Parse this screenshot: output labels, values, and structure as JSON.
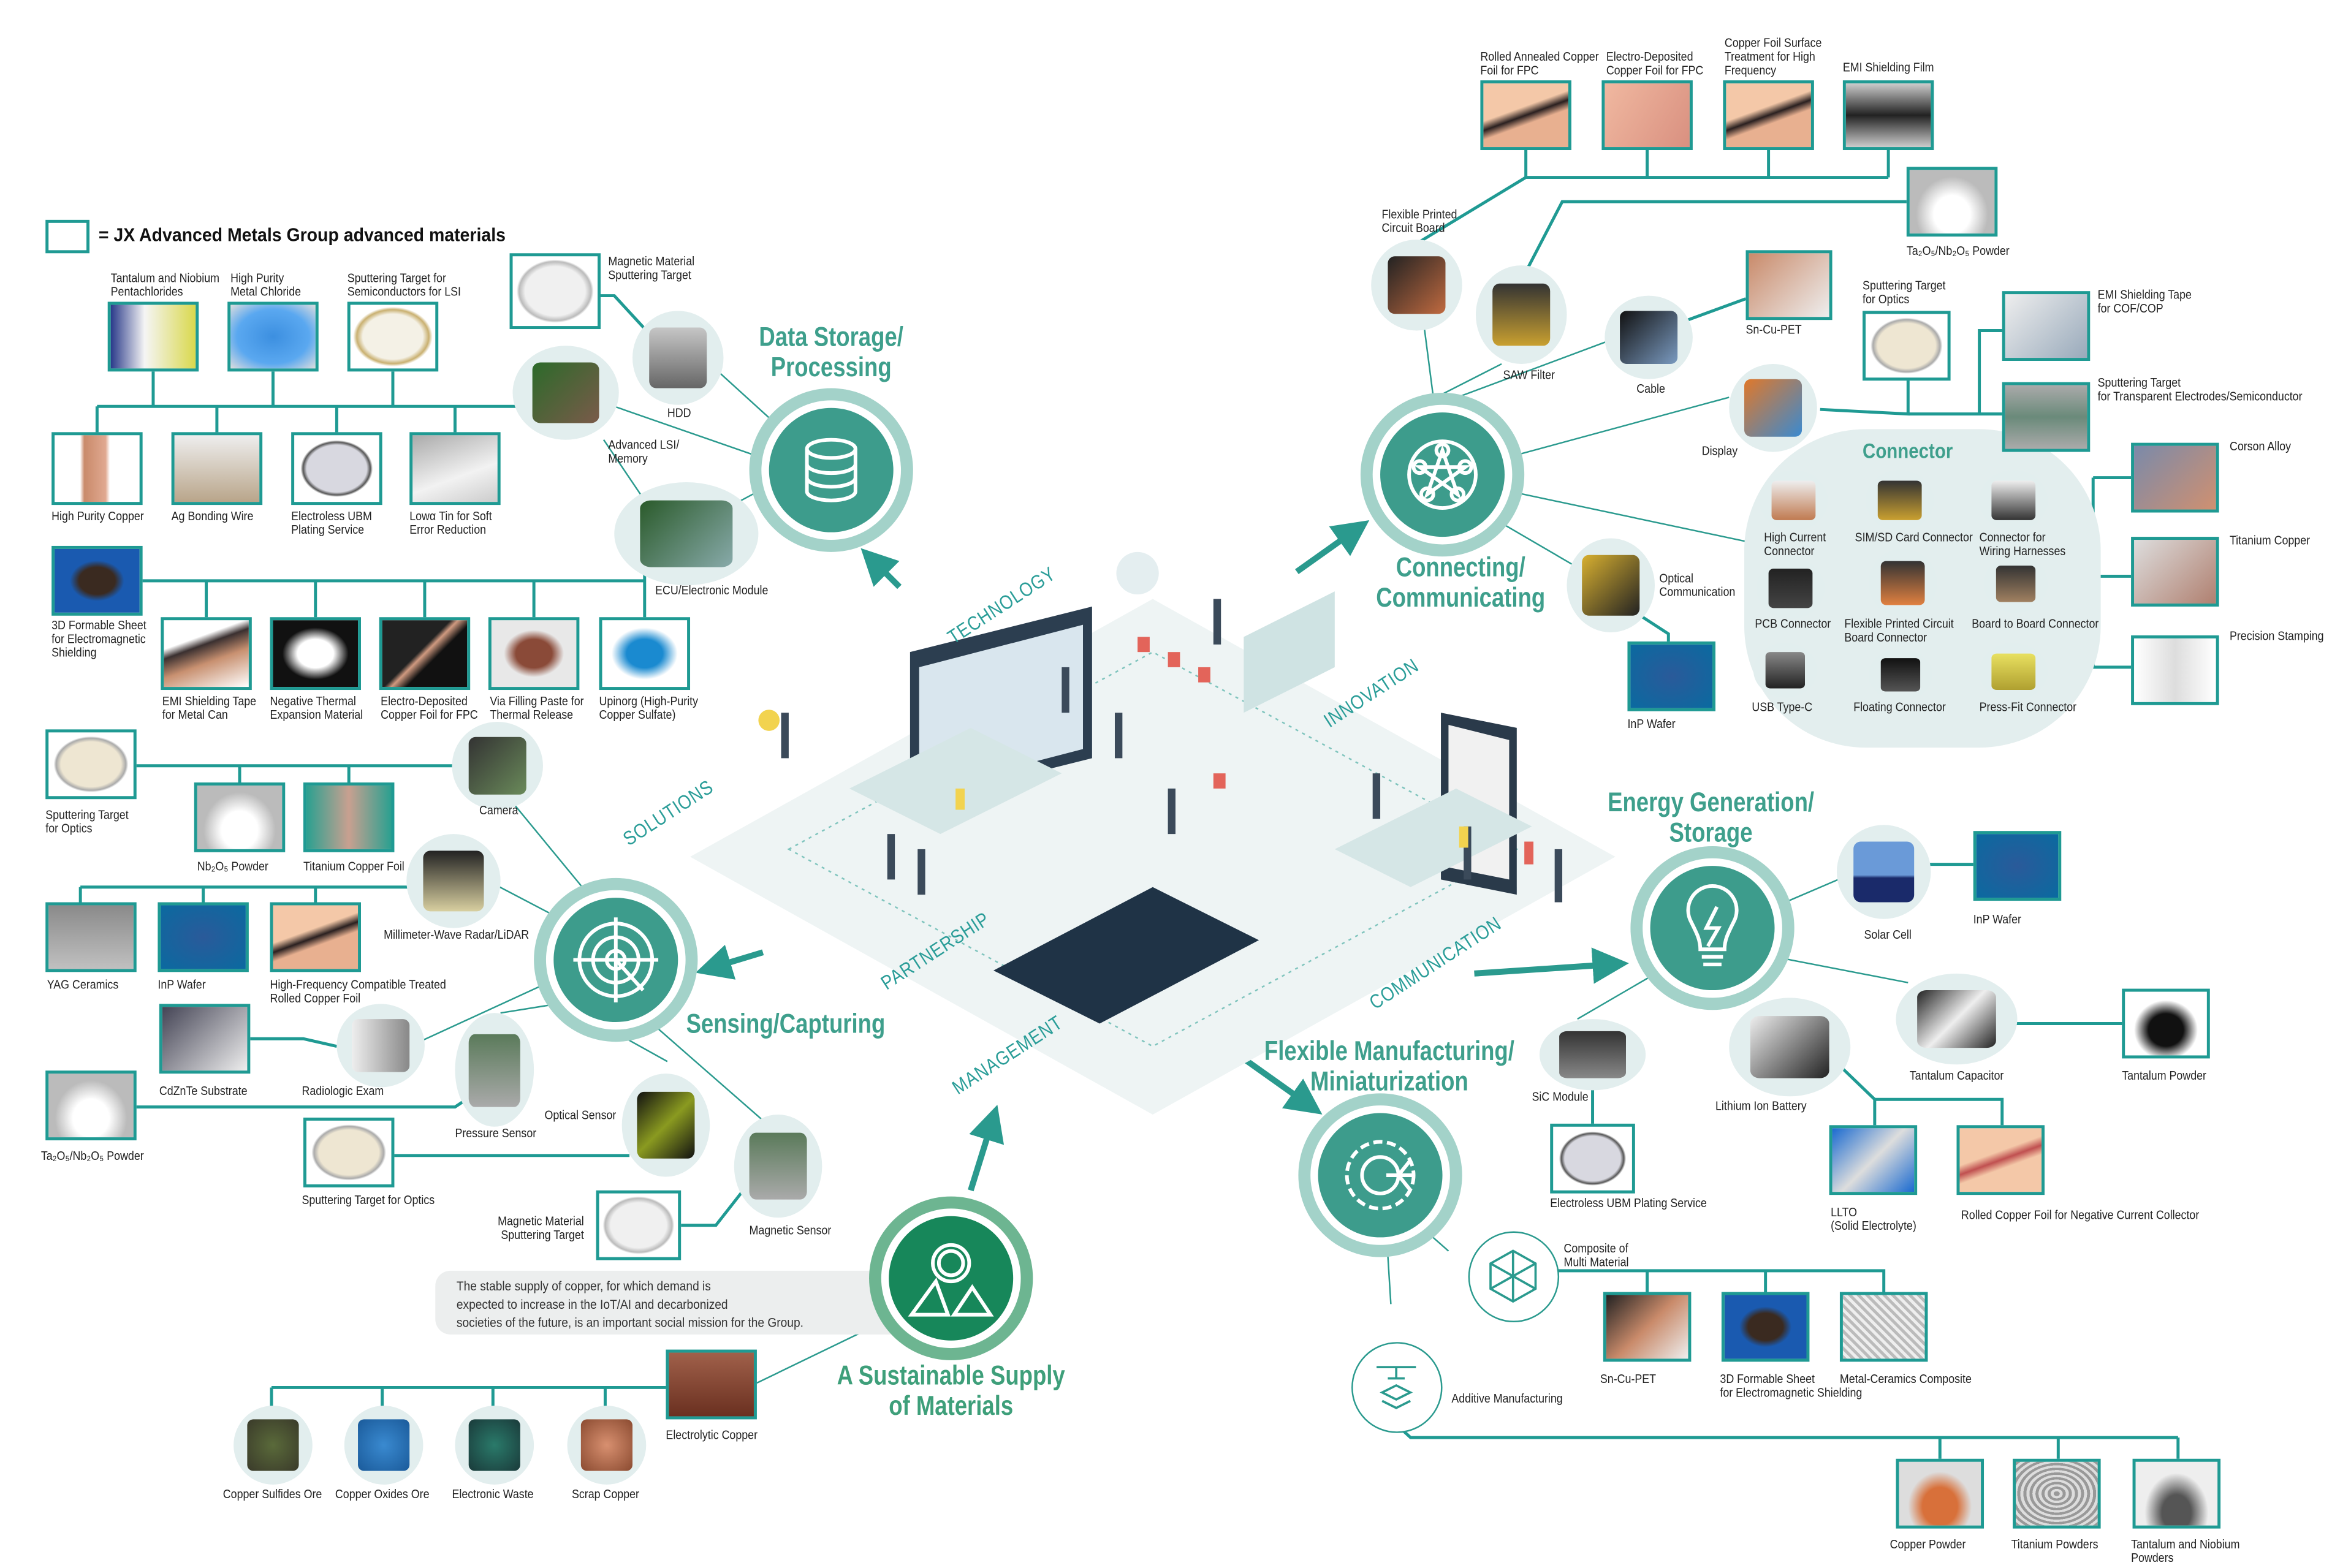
{
  "legend": {
    "text": "= JX Advanced Metals Group advanced materials",
    "color": "#1f9a93"
  },
  "colors": {
    "teal": "#1f9a93",
    "hub": "#3d9c8c",
    "hub_ring": "#a3d2c9",
    "supply_hub": "#17875a",
    "supply_ring": "#6db591",
    "title": "#3e9f8c"
  },
  "hubs": {
    "data_storage": {
      "title": "Data Storage/\nProcessing",
      "icon": "database-icon"
    },
    "connecting": {
      "title": "Connecting/\nCommunicating",
      "icon": "network-icon"
    },
    "sensing": {
      "title": "Sensing/Capturing",
      "icon": "radar-icon"
    },
    "energy": {
      "title": "Energy Generation/\nStorage",
      "icon": "lightbulb-icon"
    },
    "flexible": {
      "title": "Flexible Manufacturing/\nMiniaturization",
      "icon": "gear-network-icon"
    },
    "supply": {
      "title": "A Sustainable Supply\nof Materials",
      "icon": "materials-icon"
    }
  },
  "keywords": [
    "TECHNOLOGY",
    "INNOVATION",
    "SOLUTIONS",
    "PARTNERSHIP",
    "MANAGEMENT",
    "COMMUNICATION"
  ],
  "mission_text": "The stable supply of copper, for which demand is\nexpected to increase in the IoT/AI and decarbonized\nsocieties of the future, is an important social mission for the Group.",
  "connector_title": "Connector",
  "groups": {
    "data_storage": [
      "Tantalum and Niobium\nPentachlorides",
      "High Purity\nMetal Chloride",
      "Sputtering Target for\nSemiconductors for LSI",
      "Magnetic Material\nSputtering Target",
      "High Purity Copper",
      "Ag Bonding Wire",
      "Electroless UBM\nPlating Service",
      "Lowα Tin for Soft\nError Reduction",
      "3D Formable Sheet\nfor Electromagnetic\nShielding",
      "EMI Shielding Tape\nfor Metal Can",
      "Negative Thermal\nExpansion Material",
      "Electro-Deposited\nCopper Foil for FPC",
      "Via Filling Paste for\nThermal Release",
      "Upinorg (High-Purity\nCopper Sulfate)",
      "HDD",
      "Advanced LSI/\nMemory",
      "ECU/Electronic Module"
    ],
    "sensing": [
      "Sputtering Target\nfor Optics",
      "Nb₂O₅ Powder",
      "Titanium Copper Foil",
      "Camera",
      "Millimeter-Wave Radar/LiDAR",
      "YAG Ceramics",
      "InP Wafer",
      "High-Frequency Compatible Treated\nRolled Copper Foil",
      "CdZnTe Substrate",
      "Radiologic Exam",
      "Ta₂O₅/Nb₂O₅ Powder",
      "Pressure Sensor",
      "Sputtering Target for Optics",
      "Optical Sensor",
      "Magnetic Material\nSputtering Target",
      "Magnetic Sensor"
    ],
    "supply": [
      "Electrolytic Copper",
      "Copper Sulfides Ore",
      "Copper Oxides Ore",
      "Electronic Waste",
      "Scrap Copper"
    ],
    "connecting": [
      "Rolled Annealed Copper\nFoil for FPC",
      "Electro-Deposited\nCopper Foil for FPC",
      "Copper Foil Surface\nTreatment for High\nFrequency",
      "EMI Shielding Film",
      "Ta₂O₅/Nb₂O₅ Powder",
      "Flexible Printed\nCircuit Board",
      "SAW Filter",
      "Cable",
      "Sn-Cu-PET",
      "Sputtering Target\nfor Optics",
      "EMI Shielding Tape\nfor COF/COP",
      "Sputtering Target\nfor Transparent Electrodes/Semiconductor",
      "Display",
      "Corson Alloy",
      "Titanium Copper",
      "Precision Stamping",
      "Optical\nCommunication",
      "InP Wafer"
    ],
    "connector": [
      "High Current\nConnector",
      "SIM/SD Card Connector",
      "Connector for\nWiring Harnesses",
      "PCB Connector",
      "Flexible Printed Circuit\nBoard Connector",
      "Board to Board Connector",
      "USB Type-C",
      "Floating Connector",
      "Press-Fit Connector"
    ],
    "energy": [
      "Solar Cell",
      "InP Wafer",
      "Tantalum Capacitor",
      "Tantalum Powder",
      "Lithium Ion Battery",
      "SiC Module",
      "Electroless UBM Plating Service",
      "LLTO\n(Solid Electrolyte)",
      "Rolled Copper Foil for Negative Current Collector"
    ],
    "flexible": [
      "Composite of\nMulti Material",
      "Additive Manufacturing",
      "Sn-Cu-PET",
      "3D Formable Sheet\nfor Electromagnetic Shielding",
      "Metal-Ceramics Composite",
      "Copper Powder",
      "Titanium Powders",
      "Tantalum and Niobium\nPowders"
    ]
  }
}
